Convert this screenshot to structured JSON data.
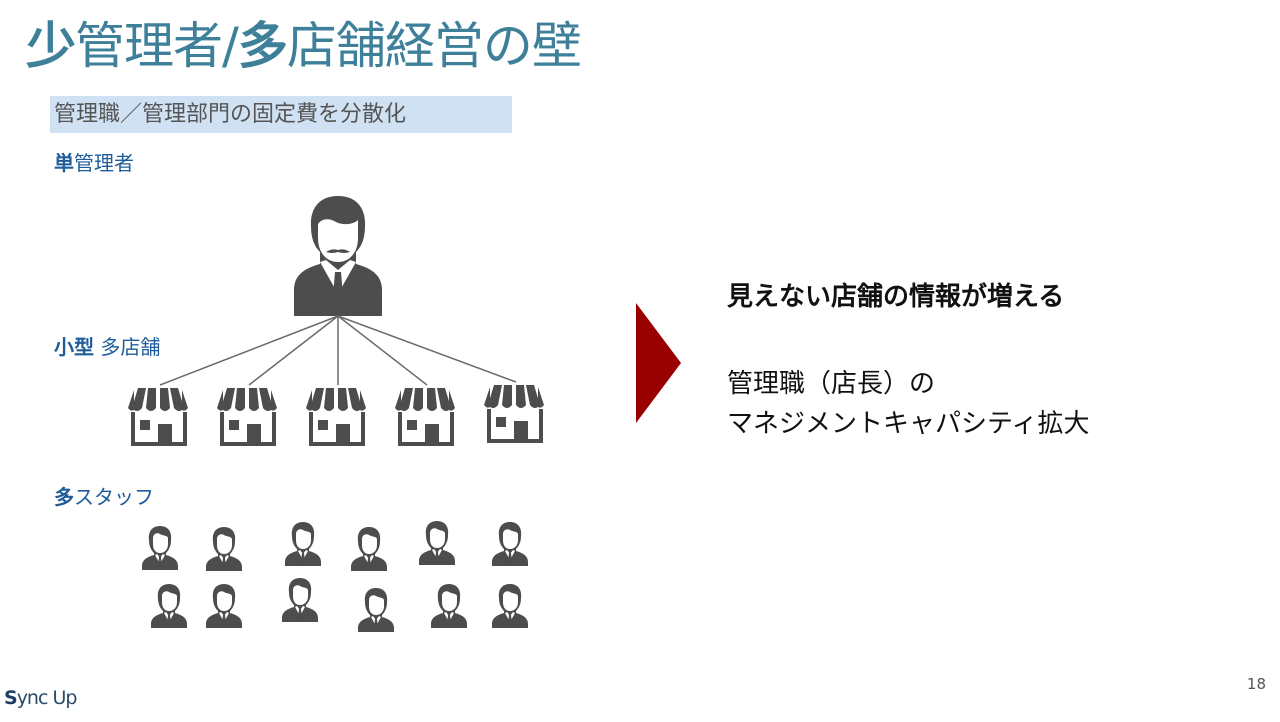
{
  "slide": {
    "title": {
      "part1_bold": "少",
      "part2": "管理者/",
      "part3_bold": "多",
      "part4": "店舗経営の壁"
    },
    "subtitle": "管理職／管理部門の固定費を分散化",
    "sections": {
      "single_manager": {
        "bold": "単",
        "rest": "管理者"
      },
      "small_stores": {
        "bold": "小型",
        "rest": " 多店舗"
      },
      "many_staff": {
        "bold": "多",
        "rest": "スタッフ"
      }
    },
    "diagram": {
      "manager_icon": "businessman-with-mustache-icon",
      "store_icon": "storefront-awning-icon",
      "staff_icon": "businessperson-icon",
      "store_count": 5,
      "staff_count": 12
    },
    "arrow_icon": "right-triangle-arrow-icon",
    "right_panel": {
      "heading": "見えない店舗の情報が増える",
      "body_line1": "管理職（店長）の",
      "body_line2": "マネジメントキャパシティ拡大"
    },
    "footer": {
      "logo_first": "S",
      "logo_rest": "ync Up",
      "page_number": "18"
    },
    "colors": {
      "title": "#3e7f99",
      "subtitle_bg": "#cfe1f2",
      "section_label": "#1e5c9a",
      "arrow": "#990000",
      "icon": "#4d4d4d"
    }
  }
}
